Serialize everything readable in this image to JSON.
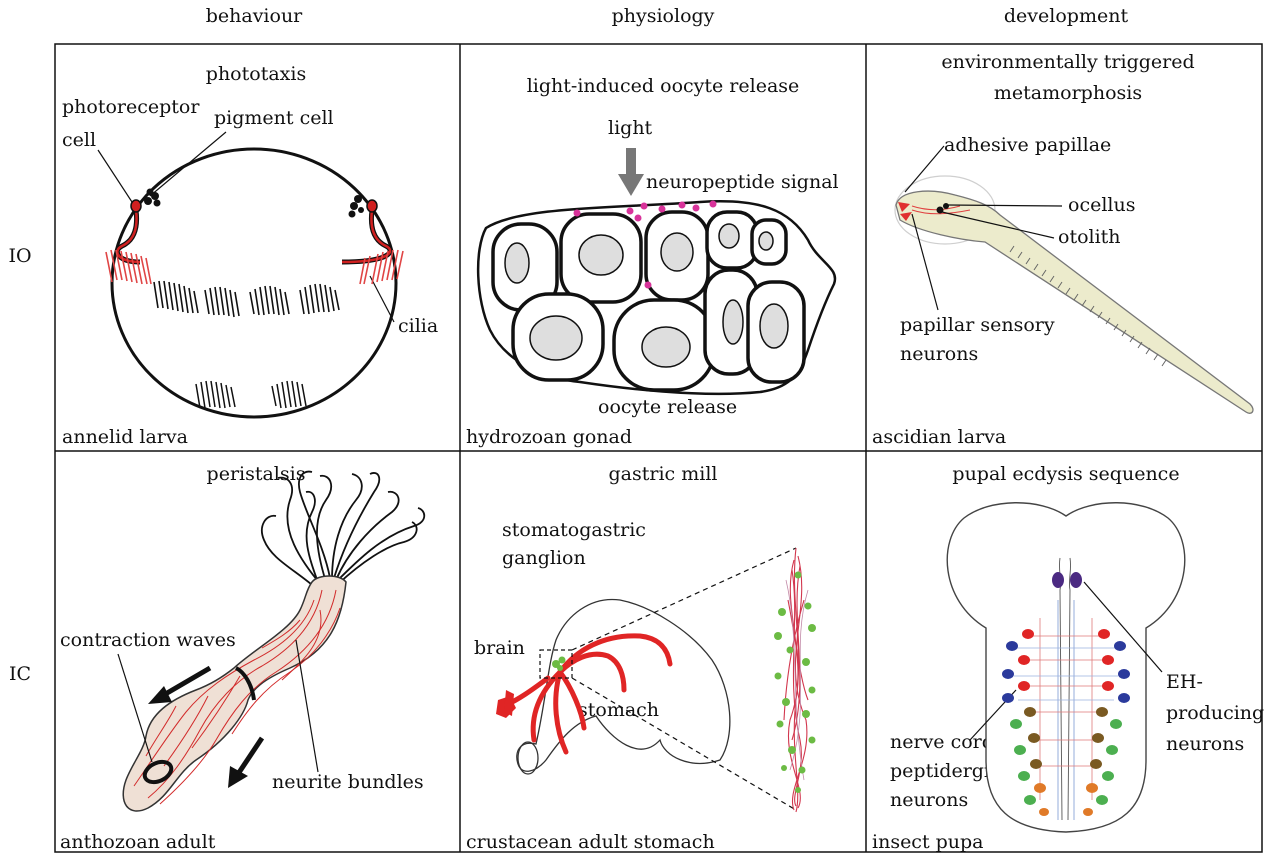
{
  "columns": [
    "behaviour",
    "physiology",
    "development"
  ],
  "rows": [
    "IO",
    "IC"
  ],
  "panels": {
    "phototaxis": {
      "title": "phototaxis",
      "organism": "annelid larva",
      "labels": {
        "photoreceptor_1": "photoreceptor",
        "photoreceptor_2": "cell",
        "pigment": "pigment cell",
        "cilia": "cilia"
      }
    },
    "oocyte": {
      "title": "light-induced oocyte release",
      "organism": "hydrozoan gonad",
      "labels": {
        "light": "light",
        "neuropeptide": "neuropeptide signal",
        "release": "oocyte release"
      }
    },
    "metamorphosis": {
      "title_1": "environmentally triggered",
      "title_2": "metamorphosis",
      "organism": "ascidian larva",
      "labels": {
        "papillae": "adhesive papillae",
        "ocellus": "ocellus",
        "otolith": "otolith",
        "sensory_1": "papillar sensory",
        "sensory_2": "neurons"
      }
    },
    "peristalsis": {
      "title": "peristalsis",
      "organism": "anthozoan adult",
      "labels": {
        "waves": "contraction waves",
        "bundles": "neurite bundles"
      }
    },
    "gastric": {
      "title": "gastric mill",
      "organism": "crustacean adult stomach",
      "labels": {
        "stg_1": "stomatogastric",
        "stg_2": "ganglion",
        "brain": "brain",
        "stomach": "stomach"
      }
    },
    "ecdysis": {
      "title": "pupal ecdysis sequence",
      "organism": "insect pupa",
      "labels": {
        "eh_1": "EH-",
        "eh_2": "producing",
        "eh_3": "neurons",
        "cord_1": "nerve cord",
        "cord_2": "peptidergic",
        "cord_3": "neurons"
      }
    }
  }
}
